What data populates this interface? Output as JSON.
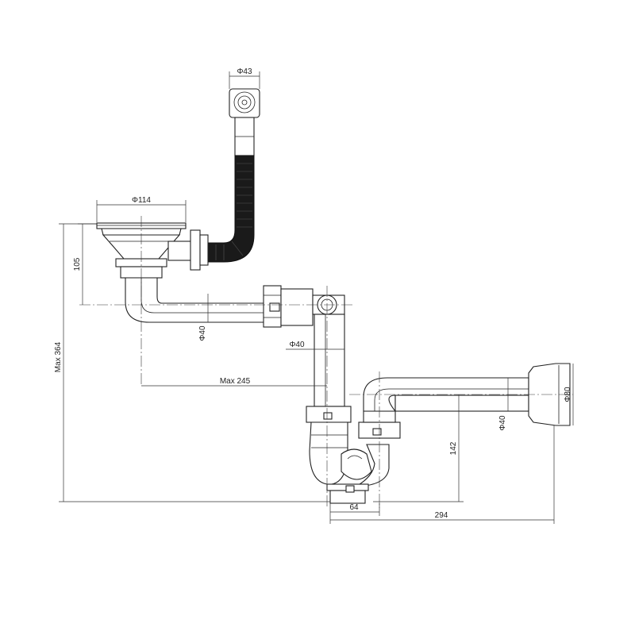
{
  "dimensions": {
    "overflow_diameter": "Φ43",
    "strainer_diameter": "Φ114",
    "strainer_height": "105",
    "max_height": "Max 364",
    "pipe_diameter_a": "Φ40",
    "pipe_diameter_b": "Φ40",
    "pipe_diameter_c": "Φ40",
    "max_reach": "Max 245",
    "outlet_diameter": "Φ80",
    "trap_height": "142",
    "trap_width": "64",
    "total_length": "294"
  },
  "colors": {
    "line": "#222222",
    "hose": "#1a1a1a",
    "background": "#ffffff"
  }
}
